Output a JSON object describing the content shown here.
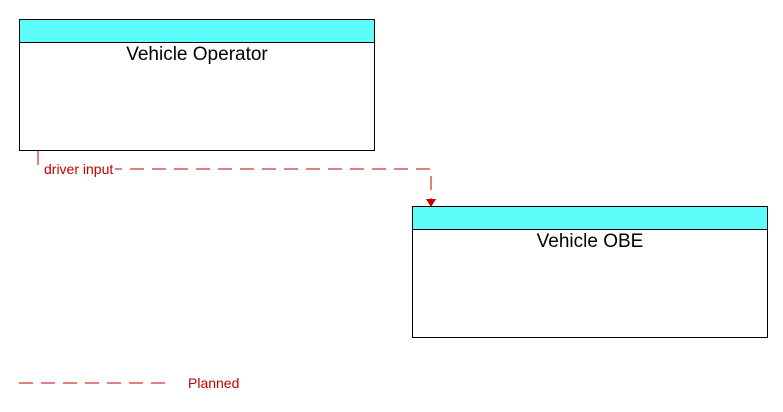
{
  "nodes": {
    "vehicle_operator": {
      "title": "Vehicle Operator"
    },
    "vehicle_obe": {
      "title": "Vehicle OBE"
    }
  },
  "flows": [
    {
      "label": "driver input",
      "from": "Vehicle Operator",
      "to": "Vehicle OBE",
      "status": "Planned"
    }
  ],
  "legend": {
    "planned_label": "Planned"
  },
  "colors": {
    "node_header": "#5ffcfc",
    "planned_flow": "#c00000",
    "border": "#000000"
  }
}
